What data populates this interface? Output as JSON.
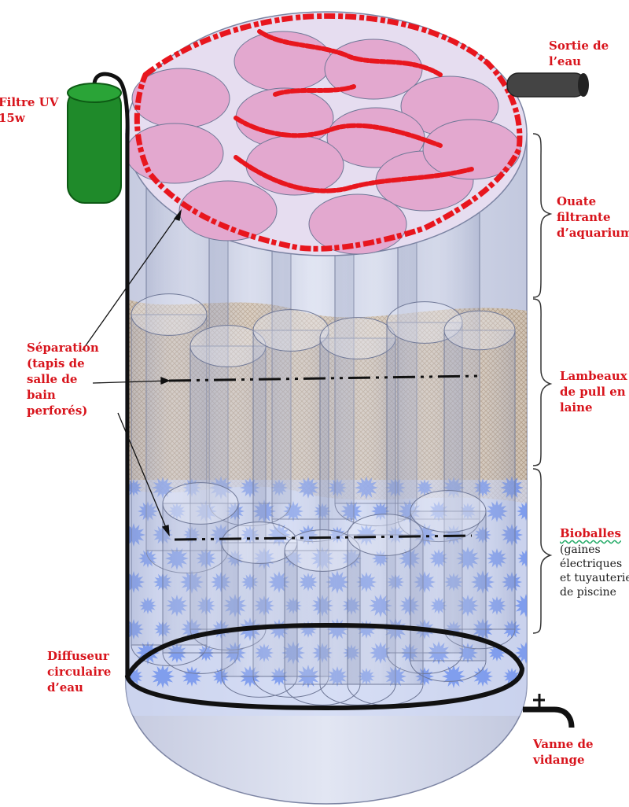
{
  "labels": {
    "uv_filter": [
      "Filtre UV",
      "15w"
    ],
    "water_outlet": [
      "Sortie de",
      "l’eau"
    ],
    "wadding": [
      "Ouate",
      "filtrante",
      "d’aquarium"
    ],
    "separation": [
      "Séparation",
      "(tapis de",
      "salle de",
      "bain",
      "perforés)"
    ],
    "wool": [
      "Lambeaux",
      "de pull en",
      "laine"
    ],
    "bioballs_title": "Bioballes",
    "bioballs_desc": [
      "(gaines",
      "électriques",
      "et tuyauterie",
      "de piscine"
    ],
    "diffuser": [
      "Diffuseur",
      "circulaire",
      "d’eau"
    ],
    "drain_valve": [
      "Vanne de",
      "vidange"
    ]
  },
  "colors": {
    "label_red": "#d8141c",
    "wadding_pink": "#e9a3c8",
    "wadding_red": "#e8161e",
    "wool_tan": "#c9a77e",
    "bioball_blue": "#5f86ec",
    "uv_green": "#1f8a2a",
    "tank_glass": "#c8cfe6"
  },
  "icons": [
    "uv-filter-icon",
    "outlet-pipe-icon",
    "drain-valve-icon"
  ]
}
